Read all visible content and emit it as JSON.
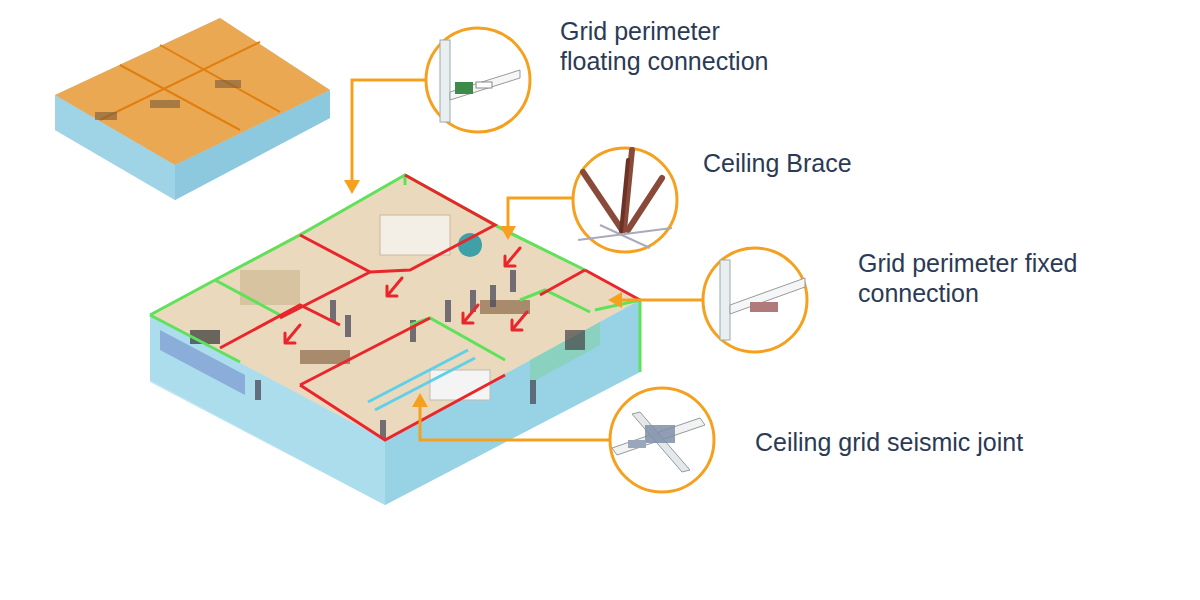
{
  "diagram": {
    "labels": [
      "Grid perimeter floating connection",
      "Ceiling Brace",
      "Grid perimeter fixed connection",
      "Ceiling grid seismic joint"
    ]
  }
}
